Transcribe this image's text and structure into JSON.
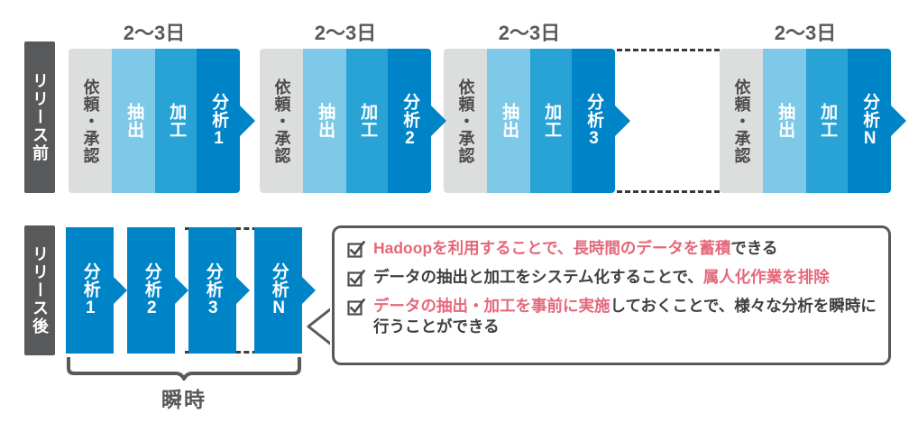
{
  "diagram": {
    "title_before": "リリース前",
    "title_after": "リリース後",
    "phase_duration_label": "2〜3日",
    "instant_label": "瞬時",
    "colors": {
      "request": "#dcdddd",
      "extract": "#7ec8e8",
      "process": "#29a3d6",
      "analyze": "#0084c8",
      "sidebar": "#58595b",
      "highlight_text": "#e5687a",
      "body_text": "#3f3f41",
      "dash": "#3b3b3d"
    }
  },
  "before_row": {
    "duration_labels": [
      "2〜3日",
      "2〜3日",
      "2〜3日",
      "2〜3日"
    ],
    "segment_labels": {
      "request": "依頼・承認",
      "extract": "抽出",
      "process": "加工",
      "analyze": "分析"
    },
    "groups": [
      {
        "id": "group-1",
        "request": "依頼・承認",
        "extract": "抽出",
        "process": "加工",
        "analyze": "分析",
        "index": "1"
      },
      {
        "id": "group-2",
        "request": "依頼・承認",
        "extract": "抽出",
        "process": "加工",
        "analyze": "分析",
        "index": "2"
      },
      {
        "id": "group-3",
        "request": "依頼・承認",
        "extract": "抽出",
        "process": "加工",
        "analyze": "分析",
        "index": "3"
      },
      {
        "id": "group-n",
        "request": "依頼・承認",
        "extract": "抽出",
        "process": "加工",
        "analyze": "分析",
        "index": "N"
      }
    ]
  },
  "after_row": {
    "blocks": [
      {
        "label": "分析",
        "index": "1"
      },
      {
        "label": "分析",
        "index": "2"
      },
      {
        "label": "分析",
        "index": "3"
      },
      {
        "label": "分析",
        "index": "N"
      }
    ]
  },
  "callout": {
    "icon": "checkbox-checked-icon",
    "bullets": [
      {
        "parts": [
          {
            "text": "Hadoopを利用することで、長時間のデータを蓄積",
            "highlight": true
          },
          {
            "text": "できる",
            "highlight": false
          }
        ]
      },
      {
        "parts": [
          {
            "text": "データの抽出と加工をシステム化することで、",
            "highlight": false
          },
          {
            "text": "属人化作業を排除",
            "highlight": true
          }
        ]
      },
      {
        "parts": [
          {
            "text": "データの抽出・加工を事前に実施",
            "highlight": true
          },
          {
            "text": "しておくことで、様々な分析を瞬時に行うことができる",
            "highlight": false
          }
        ]
      }
    ]
  }
}
